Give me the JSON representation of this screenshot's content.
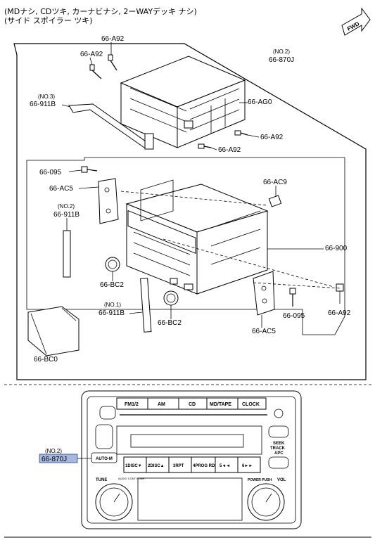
{
  "header": {
    "line1": "(MDナシ, CDツキ, カーナビナシ, 2ーWAYデッキ ナシ)",
    "line2": "(サイド スポイラー ツキ)",
    "fwd": "FWD"
  },
  "labels": {
    "a92_top": "66-A92",
    "a92_left": "66-A92",
    "no2_870j": "(NO.2)",
    "p870j": "66-870J",
    "no3_911b": "(NO.3)",
    "p911b_no3": "66-911B",
    "ag0": "66-AG0",
    "a92_right": "66-A92",
    "a92_bottom": "66-A92",
    "p095_left": "66-095",
    "ac5_left": "66-AC5",
    "ac9": "66-AC9",
    "no2_911b": "(NO.2)",
    "p911b_no2": "66-911B",
    "p900": "66-900",
    "bc2_left": "66-BC2",
    "no1_911b": "(NO.1)",
    "p911b_no1": "66-911B",
    "bc2_right": "66-BC2",
    "p095_right": "66-095",
    "a92_lower_right": "66-A92",
    "ac5_right": "66-AC5",
    "bc0": "66-BC0"
  },
  "radio": {
    "buttons_top": [
      "FM1/2",
      "AM",
      "CD",
      "MD/TAPE",
      "CLOCK"
    ],
    "presets": [
      "1DISC▼",
      "2DISC▲",
      "3RPT",
      "4PROG RDM",
      "5◄◄",
      "6►►"
    ],
    "automs": "AUTO-M",
    "seek": [
      "SEEK",
      "TRACK",
      "APC"
    ],
    "tune": "TUNE",
    "audio": "AUDIO CONT PUSH",
    "power": "POWER PUSH",
    "vol": "VOL"
  },
  "callout": {
    "no": "(NO.2)",
    "part": "66-870J",
    "highlight": "#a7b8e0"
  }
}
